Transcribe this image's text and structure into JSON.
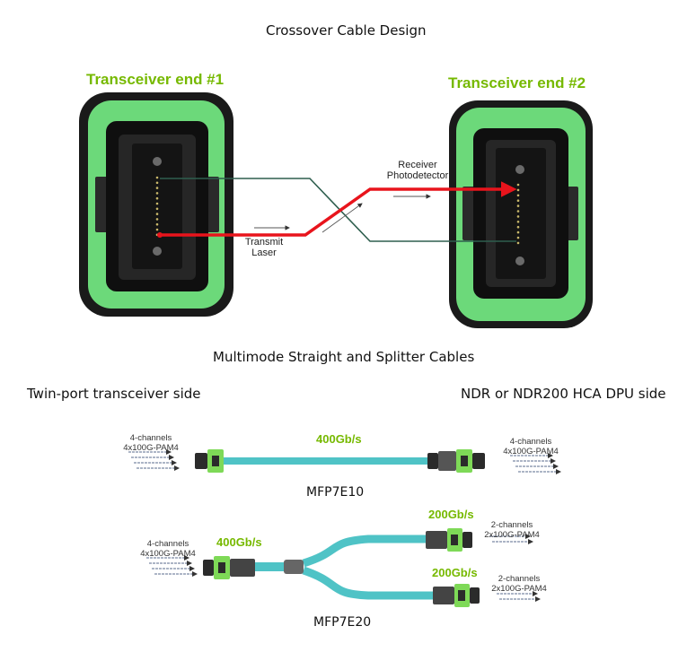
{
  "crossover": {
    "title": "Crossover Cable Design",
    "end1_label": "Transceiver end  #1",
    "end2_label": "Transceiver end #2",
    "transmit_label": [
      "Transmit",
      "Laser"
    ],
    "receiver_label": [
      "Receiver",
      "Photodetector"
    ]
  },
  "multimode": {
    "title": "Multimode Straight and Splitter Cables",
    "left_side_label": "Twin-port transceiver side",
    "right_side_label": "NDR or NDR200 HCA DPU side",
    "straight": {
      "model": "MFP7E10",
      "rate": "400Gb/s",
      "left_channels": [
        "4-channels",
        "4x100G-PAM4"
      ],
      "right_channels": [
        "4-channels",
        "4x100G-PAM4"
      ]
    },
    "splitter": {
      "model": "MFP7E20",
      "input_rate": "400Gb/s",
      "input_channels": [
        "4-channels",
        "4x100G-PAM4"
      ],
      "branch_top": {
        "rate": "200Gb/s",
        "channels": [
          "2-channels",
          "2x100G-PAM4"
        ]
      },
      "branch_bottom": {
        "rate": "200Gb/s",
        "channels": [
          "2-channels",
          "2x100G-PAM4"
        ]
      }
    }
  },
  "colors": {
    "accent_green": "#76b900",
    "housing_green": "#6cd97a",
    "laser_red": "#e8141c",
    "fiber_teal": "#4fc3c6",
    "dark_line": "#2e5e4e"
  }
}
